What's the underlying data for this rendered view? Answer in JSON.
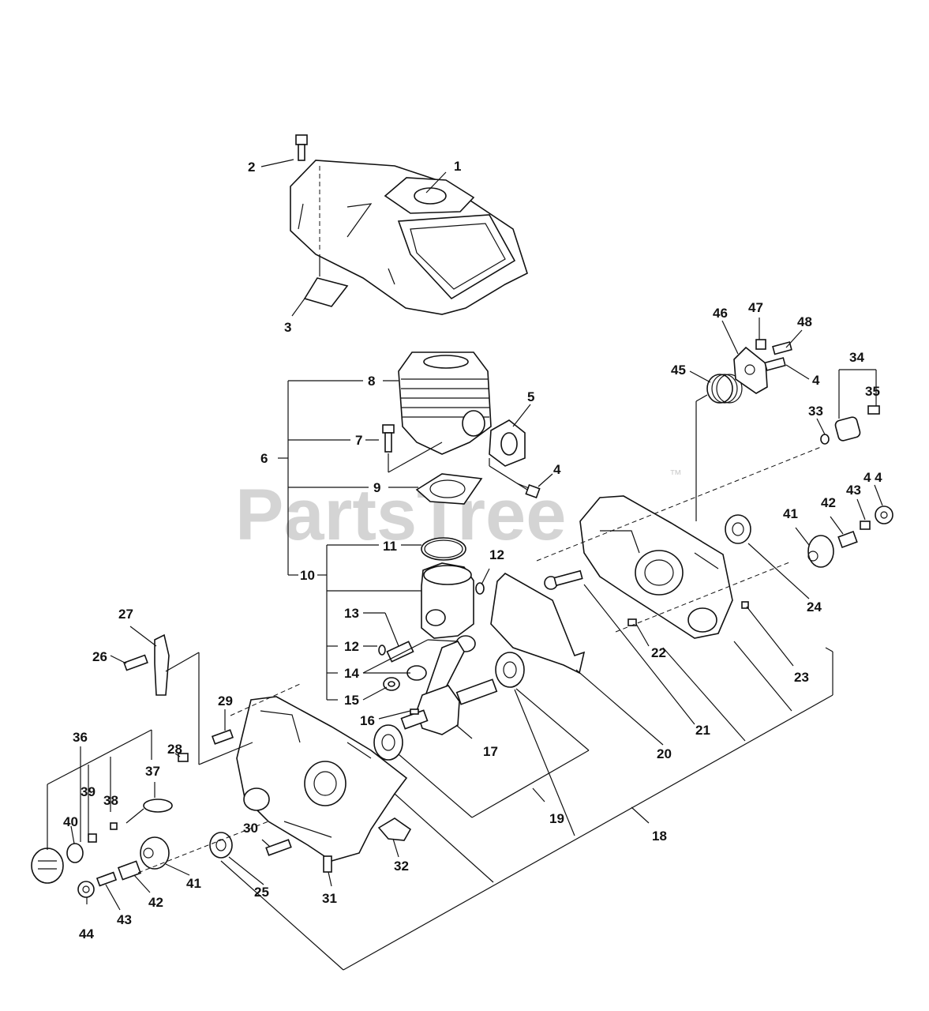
{
  "watermark": {
    "text": "PartsTree",
    "trademark": "™"
  },
  "part_labels": {
    "p1": "1",
    "p2": "2",
    "p3": "3",
    "p4a": "4",
    "p4b": "4",
    "p5": "5",
    "p6": "6",
    "p7": "7",
    "p8": "8",
    "p9": "9",
    "p10": "10",
    "p11": "11",
    "p12a": "12",
    "p12b": "12",
    "p13": "13",
    "p14": "14",
    "p15": "15",
    "p16": "16",
    "p17": "17",
    "p18": "18",
    "p19": "19",
    "p20": "20",
    "p21": "21",
    "p22": "22",
    "p23": "23",
    "p24": "24",
    "p25": "25",
    "p26": "26",
    "p27": "27",
    "p28": "28",
    "p29": "29",
    "p30": "30",
    "p31": "31",
    "p32": "32",
    "p33": "33",
    "p34": "34",
    "p35": "35",
    "p36": "36",
    "p37": "37",
    "p38": "38",
    "p39": "39",
    "p40": "40",
    "p41a": "41",
    "p41b": "41",
    "p42a": "42",
    "p42b": "42",
    "p43a": "43",
    "p43b": "43",
    "p44a": "44",
    "p44b": "4 4",
    "p45": "45",
    "p46": "46",
    "p47": "47",
    "p48": "48"
  }
}
